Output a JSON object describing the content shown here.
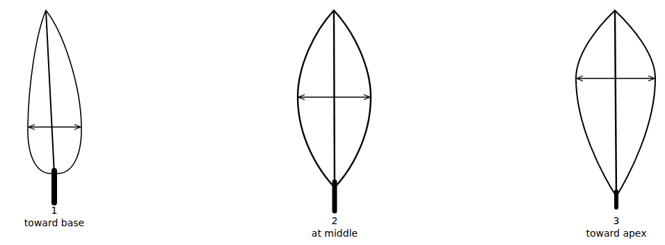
{
  "diagram": {
    "labels": [
      "1",
      "toward base",
      "2",
      "at middle",
      "3",
      "toward apex"
    ]
  }
}
